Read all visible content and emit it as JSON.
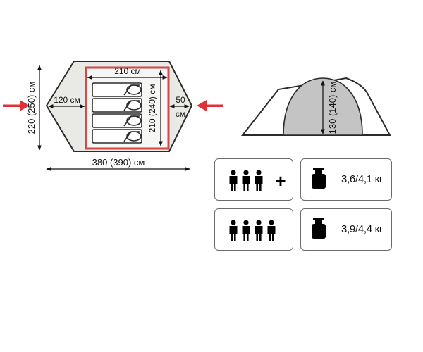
{
  "floor_plan": {
    "width_total": "380 (390) см",
    "height_total": "220 (250) см",
    "inner_width": "210 см",
    "inner_length": "210 (240) см",
    "vestibule_left": "120 см",
    "vestibule_right_num": "50",
    "vestibule_right_unit": "см"
  },
  "side_view": {
    "height": "130 (140) см"
  },
  "specs": [
    {
      "persons": 3,
      "plus": "+",
      "weight": "3,6/4,1 кг"
    },
    {
      "persons": 4,
      "plus": "",
      "weight": "3,9/4,4 кг"
    }
  ],
  "colors": {
    "outline": "#2b2b2b",
    "inner_border": "#d04848",
    "vestibule_fill": "#e9eae6",
    "inner_fill": "#f6f6f4",
    "dome_fill": "#c4c4c4",
    "arrow": "#e0303a",
    "icon": "#000000"
  }
}
